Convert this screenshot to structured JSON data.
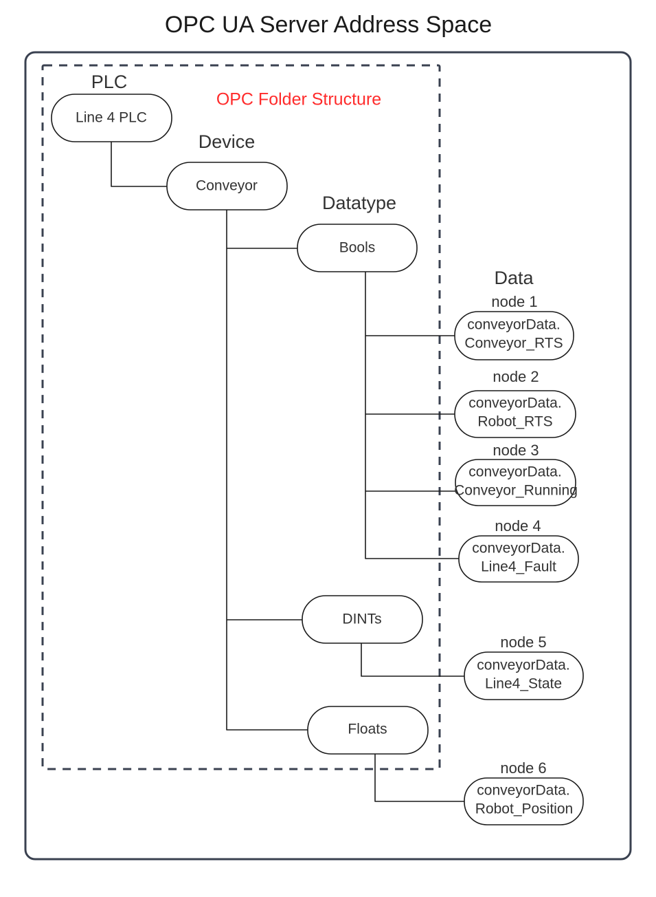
{
  "diagram": {
    "title": "OPC UA Server Address Space",
    "folder_structure_label": "OPC Folder Structure",
    "accent_color_red": "#ff2b2b",
    "frame_color": "#3a4150",
    "node_stroke_color": "#1a1a1a",
    "background_color": "#ffffff",
    "group_labels": {
      "plc": "PLC",
      "device": "Device",
      "datatype": "Datatype",
      "data": "Data"
    },
    "nodes": {
      "plc": "Line 4 PLC",
      "device": "Conveyor",
      "bools": "Bools",
      "dints": "DINTs",
      "floats": "Floats"
    },
    "data_nodes": [
      {
        "caption": "node 1",
        "line1": "conveyorData.",
        "line2": "Conveyor_RTS",
        "parent": "Bools"
      },
      {
        "caption": "node 2",
        "line1": "conveyorData.",
        "line2": "Robot_RTS",
        "parent": "Bools"
      },
      {
        "caption": "node 3",
        "line1": "conveyorData.",
        "line2": "Conveyor_Running",
        "parent": "Bools"
      },
      {
        "caption": "node 4",
        "line1": "conveyorData.",
        "line2": "Line4_Fault",
        "parent": "Bools"
      },
      {
        "caption": "node 5",
        "line1": "conveyorData.",
        "line2": "Line4_State",
        "parent": "DINTs"
      },
      {
        "caption": "node 6",
        "line1": "conveyorData.",
        "line2": "Robot_Position",
        "parent": "Floats"
      }
    ]
  }
}
